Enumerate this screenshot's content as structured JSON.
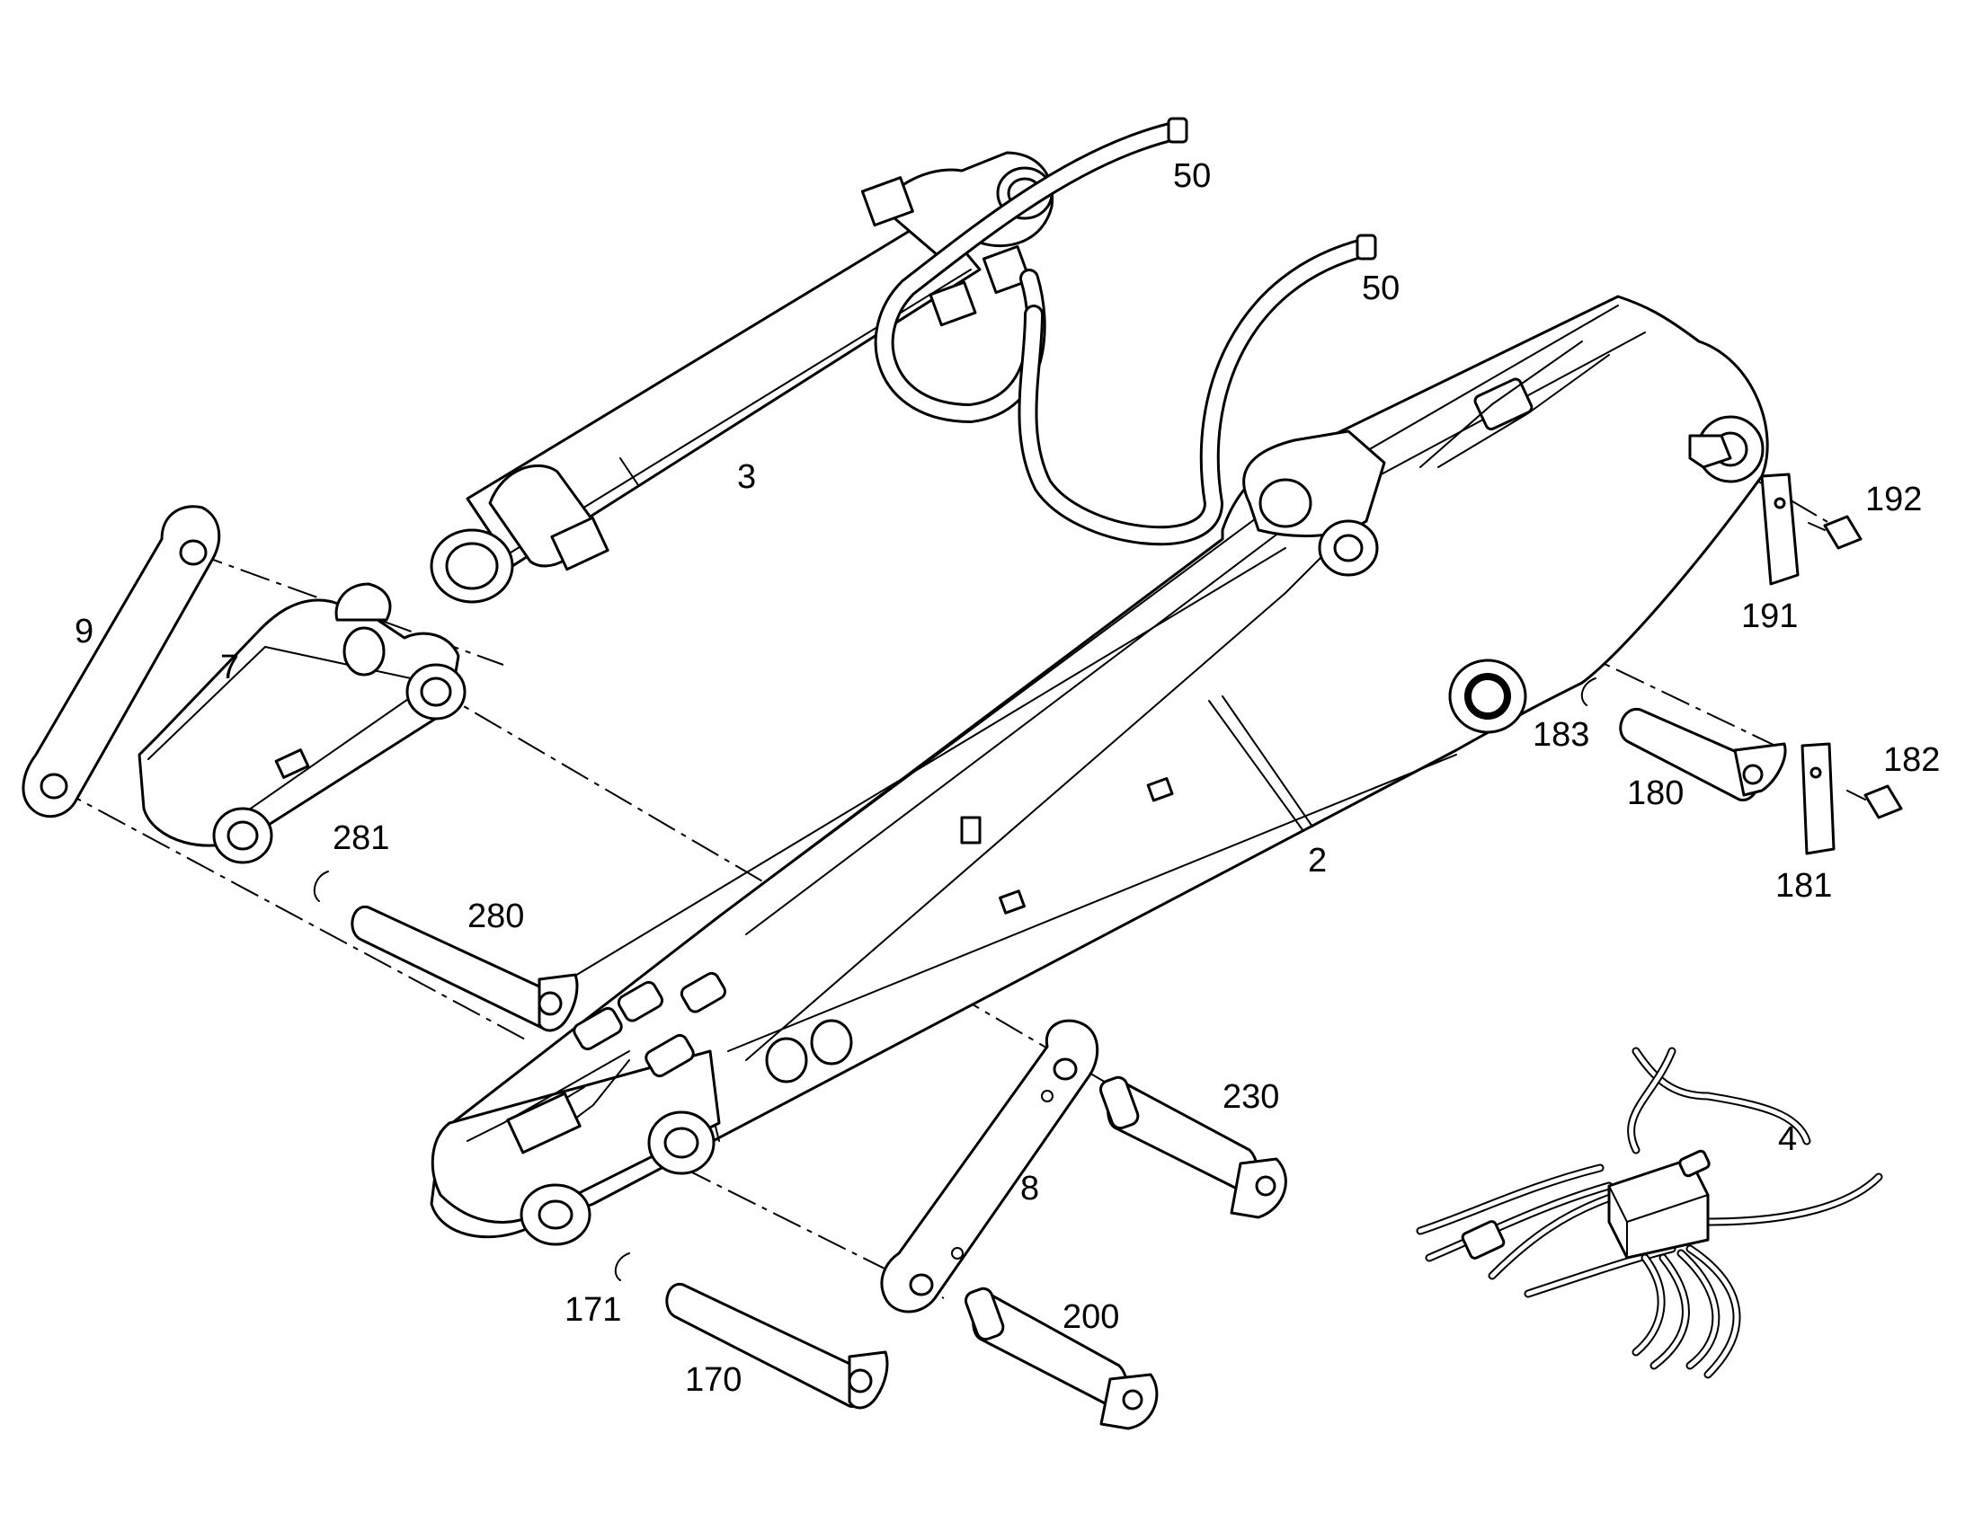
{
  "callouts": {
    "c50a": "50",
    "c50b": "50",
    "c3": "3",
    "c9": "9",
    "c7": "7",
    "c2": "2",
    "c281": "281",
    "c280": "280",
    "c192": "192",
    "c191": "191",
    "c183": "183",
    "c182": "182",
    "c180": "180",
    "c181": "181",
    "c230": "230",
    "c4": "4",
    "c8": "8",
    "c200": "200",
    "c171": "171",
    "c170": "170"
  }
}
